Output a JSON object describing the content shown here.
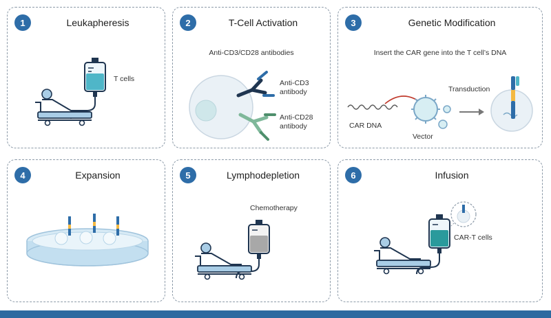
{
  "steps": [
    {
      "number": "1",
      "title": "Leukapheresis",
      "labels": {
        "cells": "T cells"
      }
    },
    {
      "number": "2",
      "title": "T-Cell Activation",
      "labels": {
        "subtitle": "Anti-CD3/CD28 antibodies",
        "cd3": "Anti-CD3\nantibody",
        "cd28": "Anti-CD28\nantibody"
      }
    },
    {
      "number": "3",
      "title": "Genetic Modification",
      "labels": {
        "subtitle": "Insert the CAR gene into the T cell’s DNA",
        "transduction": "Transduction",
        "dna": "CAR DNA",
        "vector": "Vector"
      }
    },
    {
      "number": "4",
      "title": "Expansion",
      "labels": {}
    },
    {
      "number": "5",
      "title": "Lymphodepletion",
      "labels": {
        "chemo": "Chemotherapy"
      }
    },
    {
      "number": "6",
      "title": "Infusion",
      "labels": {
        "cells": "CAR-T cells"
      }
    }
  ],
  "colors": {
    "accent": "#2e6da8",
    "teal": "#4fb6c8",
    "bed": "#a9cde6",
    "line": "#1f3550"
  }
}
